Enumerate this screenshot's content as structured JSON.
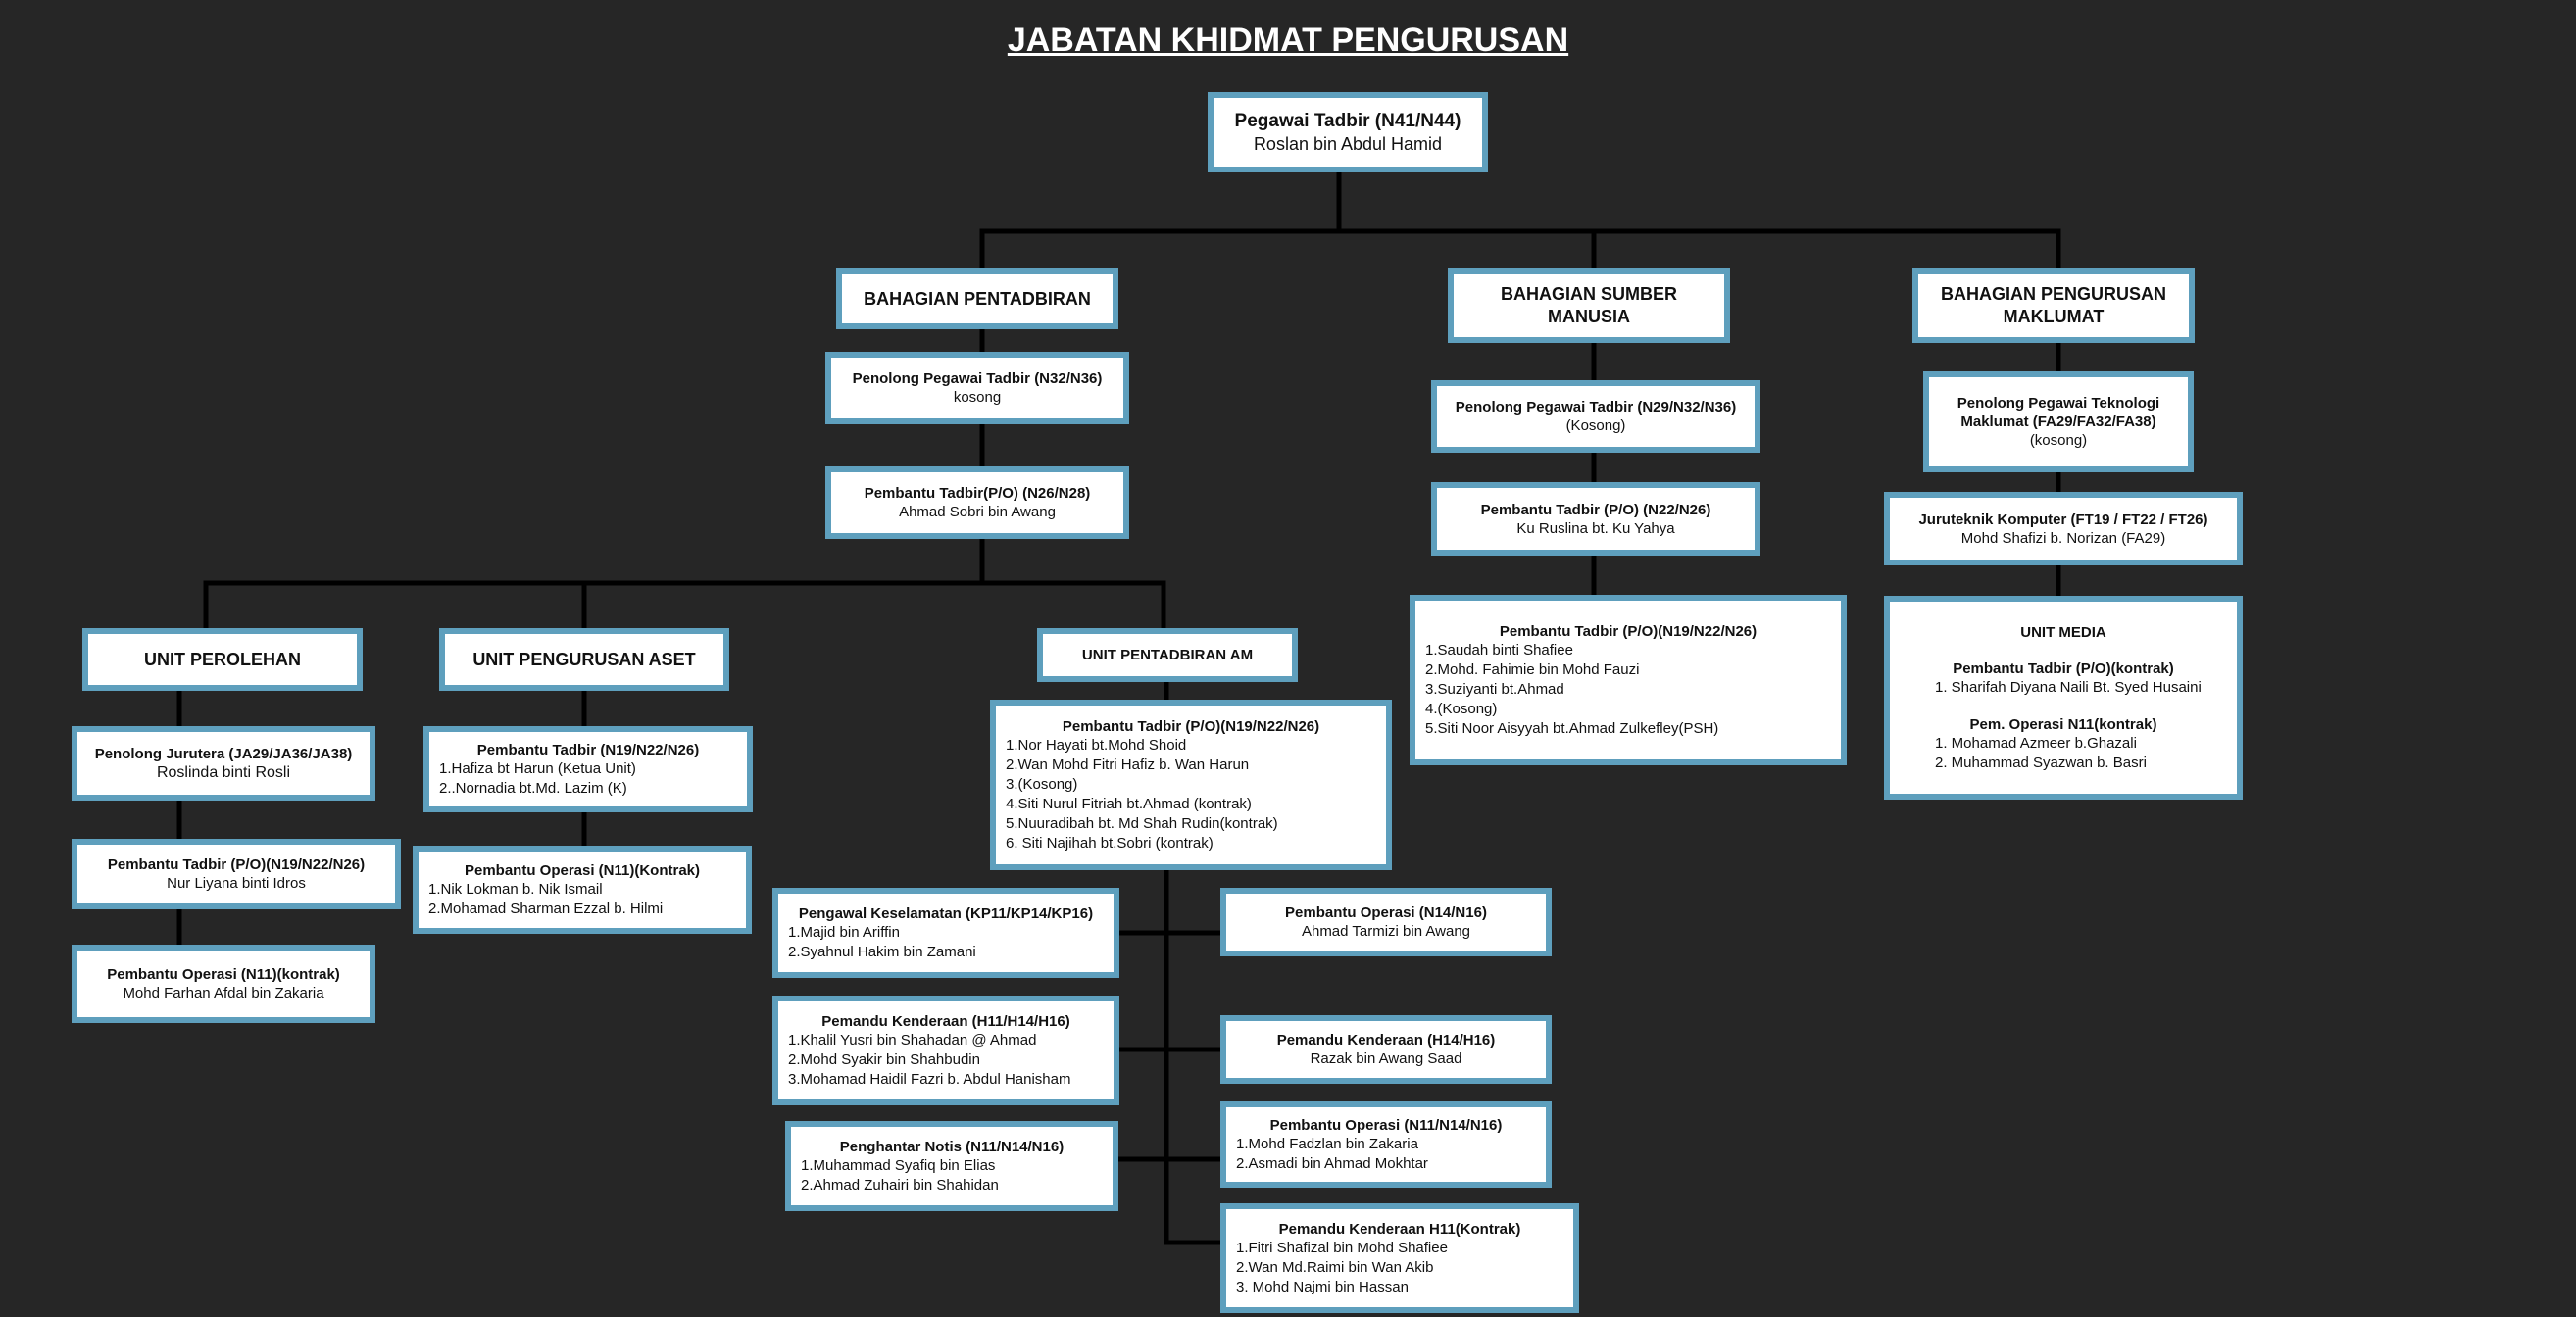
{
  "title": "JABATAN KHIDMAT PENGURUSAN",
  "colors": {
    "background": "#262626",
    "box_border": "#5e9fbd",
    "box_fill": "#ffffff",
    "line": "#000000"
  },
  "head": {
    "title": "Pegawai Tadbir (N41/N44)",
    "name": "Roslan bin Abdul Hamid"
  },
  "pentadbiran": {
    "title": "BAHAGIAN  PENTADBIRAN",
    "ppt": {
      "title": "Penolong Pegawai Tadbir (N32/N36)",
      "name": "kosong"
    },
    "pt": {
      "title": "Pembantu Tadbir(P/O) (N26/N28)",
      "name": "Ahmad Sobri bin Awang"
    }
  },
  "perolehan": {
    "title": "UNIT PEROLEHAN",
    "pj": {
      "title": "Penolong Jurutera (JA29/JA36/JA38)",
      "name": "Roslinda binti Rosli"
    },
    "pt": {
      "title": "Pembantu Tadbir (P/O)(N19/N22/N26)",
      "name": "Nur Liyana binti Idros"
    },
    "po": {
      "title": "Pembantu Operasi (N11)(kontrak)",
      "name": "Mohd Farhan Afdal bin Zakaria"
    }
  },
  "aset": {
    "title": "UNIT PENGURUSAN ASET",
    "pt": {
      "title": "Pembantu Tadbir (N19/N22/N26)",
      "names": [
        "1.Hafiza bt Harun (Ketua Unit)",
        "2..Nornadia bt.Md. Lazim (K)"
      ]
    },
    "po": {
      "title": "Pembantu Operasi (N11)(Kontrak)",
      "names": [
        "1.Nik Lokman b. Nik Ismail",
        "2.Mohamad Sharman Ezzal b. Hilmi"
      ]
    }
  },
  "am": {
    "title": "UNIT PENTADBIRAN AM",
    "pt": {
      "title": "Pembantu Tadbir (P/O)(N19/N22/N26)",
      "names": [
        "1.Nor Hayati bt.Mohd Shoid",
        "2.Wan Mohd Fitri Hafiz b. Wan Harun",
        "3.(Kosong)",
        "4.Siti Nurul Fitriah bt.Ahmad (kontrak)",
        "5.Nuuradibah bt. Md Shah Rudin(kontrak)",
        "6. Siti Najihah bt.Sobri (kontrak)"
      ]
    },
    "pk": {
      "title": "Pengawal Keselamatan (KP11/KP14/KP16)",
      "names": [
        "1.Majid bin Ariffin",
        "2.Syahnul Hakim bin Zamani"
      ]
    },
    "pk1": {
      "title": "Pemandu Kenderaan (H11/H14/H16)",
      "names": [
        "1.Khalil Yusri bin Shahadan @ Ahmad",
        "2.Mohd Syakir bin Shahbudin",
        "3.Mohamad Haidil Fazri b. Abdul Hanisham"
      ]
    },
    "pn": {
      "title": "Penghantar Notis (N11/N14/N16)",
      "names": [
        "1.Muhammad Syafiq bin Elias",
        "2.Ahmad Zuhairi bin Shahidan"
      ]
    },
    "po14": {
      "title": "Pembantu Operasi (N14/N16)",
      "name": "Ahmad Tarmizi bin Awang"
    },
    "pk2": {
      "title": "Pemandu Kenderaan (H14/H16)",
      "name": "Razak bin Awang Saad"
    },
    "po11": {
      "title": "Pembantu Operasi (N11/N14/N16)",
      "names": [
        "1.Mohd Fadzlan bin Zakaria",
        "2.Asmadi bin Ahmad Mokhtar"
      ]
    },
    "pk3": {
      "title": "Pemandu Kenderaan H11(Kontrak)",
      "names": [
        "1.Fitri Shafizal bin Mohd Shafiee",
        "2.Wan Md.Raimi bin Wan Akib",
        "3. Mohd Najmi bin Hassan"
      ]
    }
  },
  "sm": {
    "title": "BAHAGIAN  SUMBER MANUSIA",
    "ppt": {
      "title": "Penolong Pegawai Tadbir (N29/N32/N36)",
      "name": "(Kosong)"
    },
    "pt": {
      "title": "Pembantu Tadbir (P/O) (N22/N26)",
      "name": "Ku Ruslina bt. Ku Yahya"
    },
    "pt2": {
      "title": "Pembantu Tadbir (P/O)(N19/N22/N26)",
      "names": [
        "1.Saudah binti Shafiee",
        "2.Mohd. Fahimie bin Mohd Fauzi",
        "3.Suziyanti bt.Ahmad",
        "4.(Kosong)",
        "5.Siti Noor Aisyyah bt.Ahmad Zulkefley(PSH)"
      ]
    }
  },
  "pm": {
    "title": "BAHAGIAN  PENGURUSAN MAKLUMAT",
    "ppt": {
      "title": "Penolong Pegawai Teknologi Maklumat (FA29/FA32/FA38)",
      "name": "(kosong)"
    },
    "jk": {
      "title": "Juruteknik Komputer (FT19 / FT22 / FT26)",
      "name": "Mohd Shafizi b. Norizan (FA29)"
    },
    "media": {
      "title": "UNIT MEDIA",
      "pt_title": "Pembantu Tadbir (P/O)(kontrak)",
      "pt_names": [
        "1. Sharifah Diyana Naili Bt. Syed Husaini"
      ],
      "po_title": "Pem. Operasi N11(kontrak)",
      "po_names": [
        "1. Mohamad Azmeer b.Ghazali",
        "2. Muhammad Syazwan b. Basri"
      ]
    }
  }
}
